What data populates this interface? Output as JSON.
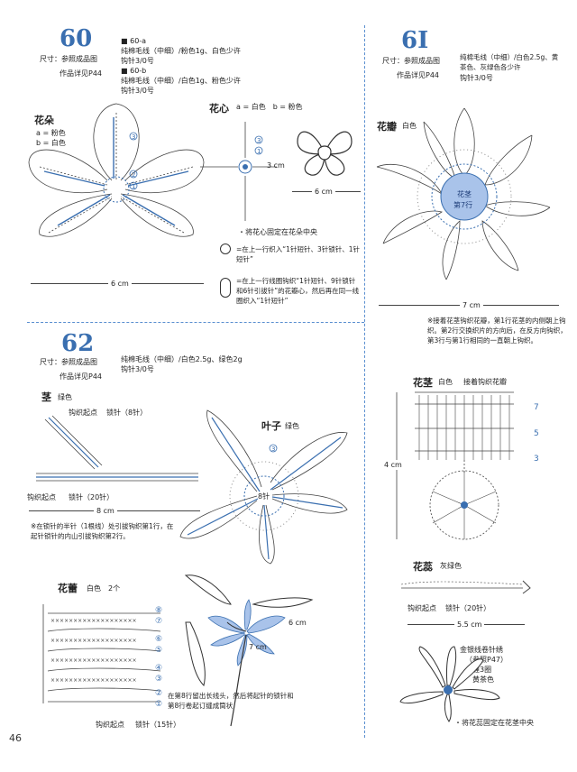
{
  "p60": {
    "number": "60",
    "size": "尺寸：参照成品图",
    "ref": "作品详见P44",
    "var_a": "■ 60-a",
    "var_a_yarn": "纯棉毛线（中细）/粉色1g、白色少许",
    "var_a_hook": "钩针3/0号",
    "var_b": "■ 60-b",
    "var_b_yarn": "纯棉毛线（中细）/白色1g、粉色少许",
    "var_b_hook": "钩针3/0号",
    "flower_label": "花朵",
    "flower_a": "a = 粉色",
    "flower_b": "b = 白色",
    "heart_label": "花心",
    "heart_colors": "a = 白色　b = 粉色",
    "dim_6cm": "6 cm",
    "dim_3cm": "3 cm",
    "dim_6cm_b": "6 cm",
    "note_center": "・将花心固定在花朵中央",
    "note_1": "=在上一行织入“1针短针、3针锁针、1针短针”",
    "note_2": "=在上一行线圈钩织“1针短针、9针锁针和6针引拔针”的花瓣心，然后再在同一线圈织入“1针短针”"
  },
  "p61": {
    "number": "6I",
    "size": "尺寸：参照成品图",
    "ref": "作品详见P44",
    "yarn": "纯棉毛线（中细）/白色2.5g、黄茶色、灰绿色各少许",
    "hook": "钩针3/0号",
    "petal_label": "花瓣",
    "petal_color": "白色",
    "center_text": "花茎",
    "center_row": "第7行",
    "dim_7cm": "7 cm",
    "note": "※接着花茎钩织花瓣，第1行花茎的内侧朝上钩织。第2行交换织片的方向后，在反方向钩织，第3行与第1行相同的一直朝上钩织。",
    "stem_label": "花茎",
    "stem_color": "白色",
    "stem_note": "接着钩织花瓣",
    "row_7": "7",
    "row_5": "5",
    "row_3": "3",
    "dim_4cm": "4 cm",
    "stamen_label": "花蕊",
    "stamen_color": "灰绿色",
    "chain_start": "钩织起点",
    "chain_count": "锁针（20针）",
    "dim_55cm": "5.5 cm",
    "wrap_note_1": "金银线卷针绣",
    "wrap_note_2": "（参照P47）",
    "wrap_note_3": "缠3圈",
    "wrap_note_4": "黄茶色",
    "fix_note": "・将花蕊固定在花茎中央"
  },
  "p62": {
    "number": "62",
    "size": "尺寸：参照成品图",
    "ref": "作品详见P44",
    "yarn": "纯棉毛线（中细）/白色2.5g、绿色2g",
    "hook": "钩针3/0号",
    "stem_label": "茎",
    "stem_color": "绿色",
    "stem_start_top": "钩织起点",
    "stem_chain_top": "锁针（8针）",
    "stem_start": "钩织起点",
    "stem_chain": "锁针（20针）",
    "dim_8cm": "8 cm",
    "stem_note": "※在锁针的半针（1根线）处引拔钩织第1行，在起针锁针的内山引拔钩织第2行。",
    "leaf_label": "叶子",
    "leaf_color": "绿色",
    "leaf_center": "8针",
    "bud_label": "花蕾",
    "bud_color": "白色",
    "bud_count": "2个",
    "bud_start": "钩织起点",
    "bud_chain": "锁针（15针）",
    "dim_6cm": "6 cm",
    "dim_7cm": "7 cm",
    "bud_note": "在第8行留出长线头，然后将起针的锁针和第8行卷起订缝成筒状"
  },
  "page_number": "46",
  "colors": {
    "accent": "#3a6fb0",
    "fill": "#a9c3ea",
    "line": "#333333"
  }
}
